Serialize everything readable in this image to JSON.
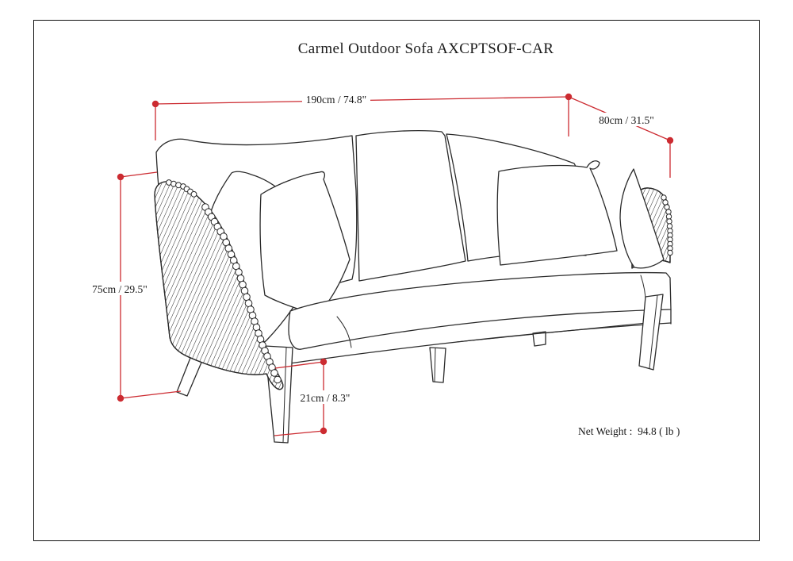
{
  "page": {
    "title": "Carmel Outdoor Sofa AXCPTSOF-CAR"
  },
  "dimensions": {
    "width": "190cm / 74.8\"",
    "depth": "80cm / 31.5\"",
    "height": "75cm / 29.5\"",
    "seat_height": "21cm / 8.3\""
  },
  "net_weight": "Net Weight :  94.8 ( lb )",
  "colors": {
    "dimension_line": "#cc2b31",
    "drawing_line": "#2a2a2a",
    "background": "#ffffff"
  }
}
